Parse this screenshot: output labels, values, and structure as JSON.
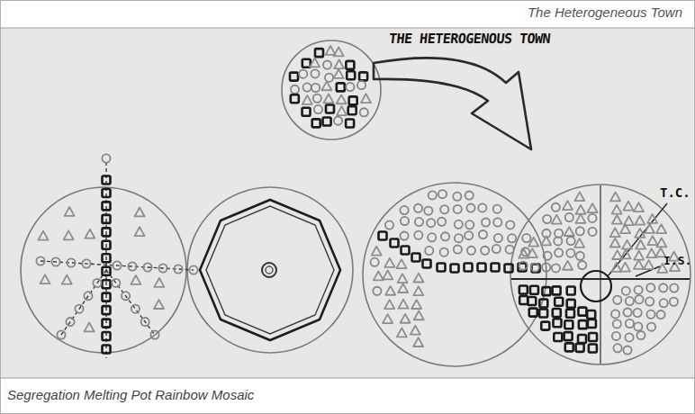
{
  "diagram": {
    "title": "The Heterogeneous Town",
    "caption": "Segregation Melting Pot Rainbow Mosaic",
    "labels": [
      "THE HETEROGENOUS TOWN",
      "T.C.",
      "I.S."
    ]
  }
}
